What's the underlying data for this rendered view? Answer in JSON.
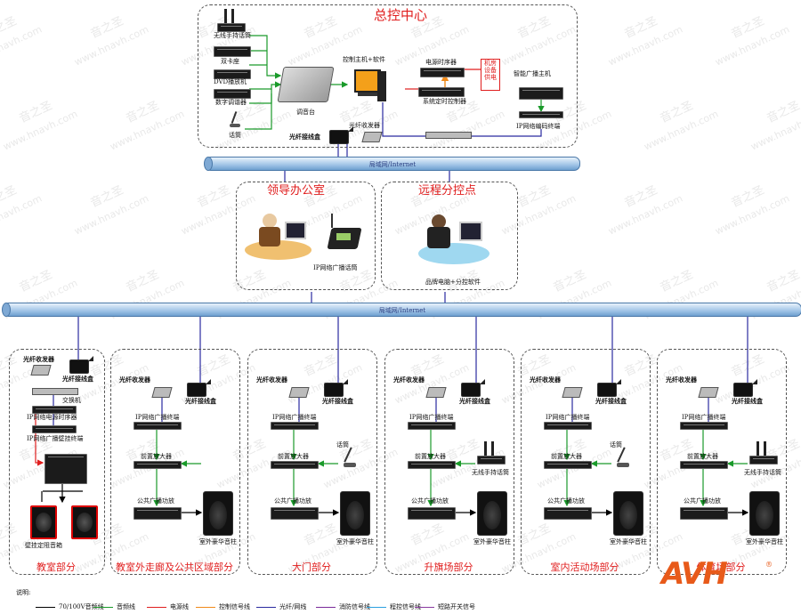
{
  "title": "总控中心",
  "center": {
    "mic_wireless": "无线手持话筒",
    "dual_deck": "双卡座",
    "dvd": "DVD播放机",
    "tuner": "数字调谐器",
    "mic": "话筒",
    "mixer": "调音台",
    "host": "控制主机+软件",
    "sequencer": "电源时序器",
    "power_note": "机房设备供电",
    "timer": "系统定时控制器",
    "smart_host": "智能广播主机",
    "ip_encoder": "IP网络编码终端",
    "fiber_box": "光纤接线盒",
    "fiber_tx": "光纤收发器"
  },
  "net_top": "局域网/Internet",
  "net_main": "局域网/Internet",
  "office": {
    "title": "领导办公室",
    "device": "IP网络广播话筒"
  },
  "remote": {
    "title": "远程分控点",
    "device": "品牌电脑+分控软件"
  },
  "zones": [
    {
      "name": "教室部分",
      "fiber_tx": "光纤收发器",
      "fiber_box": "光纤接线盒",
      "switch": "交换机",
      "seq": "IP网络电源时序器",
      "wall": "IP网络广播壁挂终端",
      "speaker": "壁挂定阻音箱"
    },
    {
      "name": "教室外走廊及公共区域部分",
      "fiber_tx": "光纤收发器",
      "fiber_box": "光纤接线盒",
      "terminal": "IP网络广播终端",
      "pre": "前置放大器",
      "amp": "公共广播功放",
      "speaker": "室外豪华音柱"
    },
    {
      "name": "大门部分",
      "fiber_tx": "光纤收发器",
      "fiber_box": "光纤接线盒",
      "terminal": "IP网络广播终端",
      "pre": "前置放大器",
      "mic": "话筒",
      "amp": "公共广播功放",
      "speaker": "室外豪华音柱"
    },
    {
      "name": "升旗场部分",
      "fiber_tx": "光纤收发器",
      "fiber_box": "光纤接线盒",
      "terminal": "IP网络广播终端",
      "pre": "前置放大器",
      "mic": "无线手持话筒",
      "amp": "公共广播功放",
      "speaker": "室外豪华音柱"
    },
    {
      "name": "室内活动场部分",
      "fiber_tx": "光纤收发器",
      "fiber_box": "光纤接线盒",
      "terminal": "IP网络广播终端",
      "pre": "前置放大器",
      "mic": "话筒",
      "amp": "公共广播功放",
      "speaker": "室外豪华音柱"
    },
    {
      "name": "体育场部分",
      "fiber_tx": "光纤收发器",
      "fiber_box": "光纤接线盒",
      "terminal": "IP网络广播终端",
      "pre": "前置放大器",
      "mic": "无线手持话筒",
      "amp": "公共广播功放",
      "speaker": "室外豪华音柱"
    }
  ],
  "legend": {
    "title": "说明:",
    "items": [
      {
        "label": "70/100V音频线",
        "color": "#000000"
      },
      {
        "label": "音频线",
        "color": "#1a9a2a"
      },
      {
        "label": "电源线",
        "color": "#e01e1e"
      },
      {
        "label": "控制信号线",
        "color": "#f08a1a"
      },
      {
        "label": "光纤/网线",
        "color": "#2a2aa0"
      },
      {
        "label": "消防信号线",
        "color": "#7a2a9a"
      },
      {
        "label": "程控信号线",
        "color": "#2aa0e0"
      },
      {
        "label": "短路开关信号",
        "color": "#8a3aa0"
      }
    ]
  },
  "logo": "AVH",
  "watermark": [
    "音之圣",
    "www.hnavh.com"
  ]
}
